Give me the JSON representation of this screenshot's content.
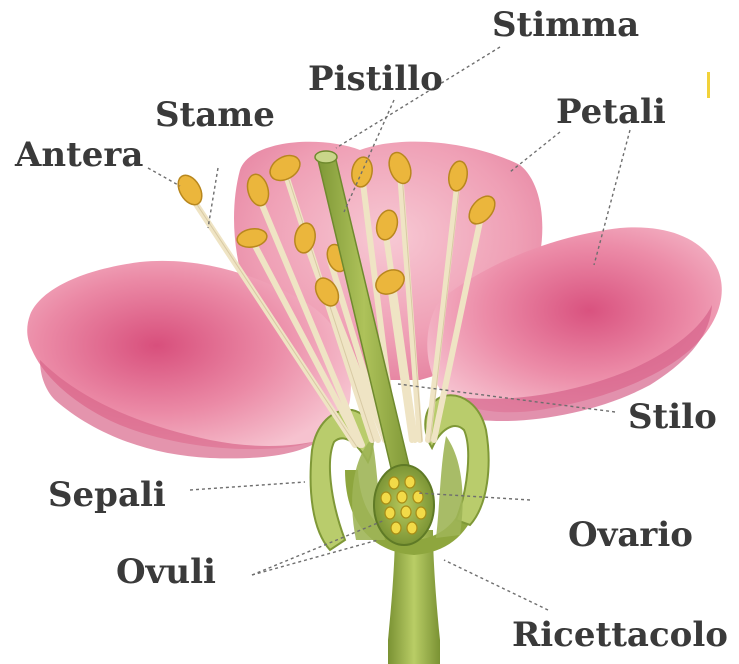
{
  "labels": {
    "stimma": "Stimma",
    "pistillo": "Pistillo",
    "stame": "Stame",
    "petali": "Petali",
    "antera": "Antera",
    "stilo": "Stilo",
    "sepali": "Sepali",
    "ovario": "Ovario",
    "ovuli": "Ovuli",
    "ricettacolo": "Ricettacolo"
  },
  "colors": {
    "petal": "#e8789a",
    "petal_light": "#f4b6c6",
    "petal_dark": "#c94d74",
    "filament": "#f3ead0",
    "anther": "#e9b53c",
    "pistil": "#9bb04a",
    "sepal": "#b5c96a",
    "receptacle": "#8ea63e",
    "ovule": "#f0d84a",
    "label_text": "#3a3a3a",
    "leader_line": "#707070"
  },
  "icons": [
    "flower-diagram",
    "yellow-tick-mark"
  ]
}
